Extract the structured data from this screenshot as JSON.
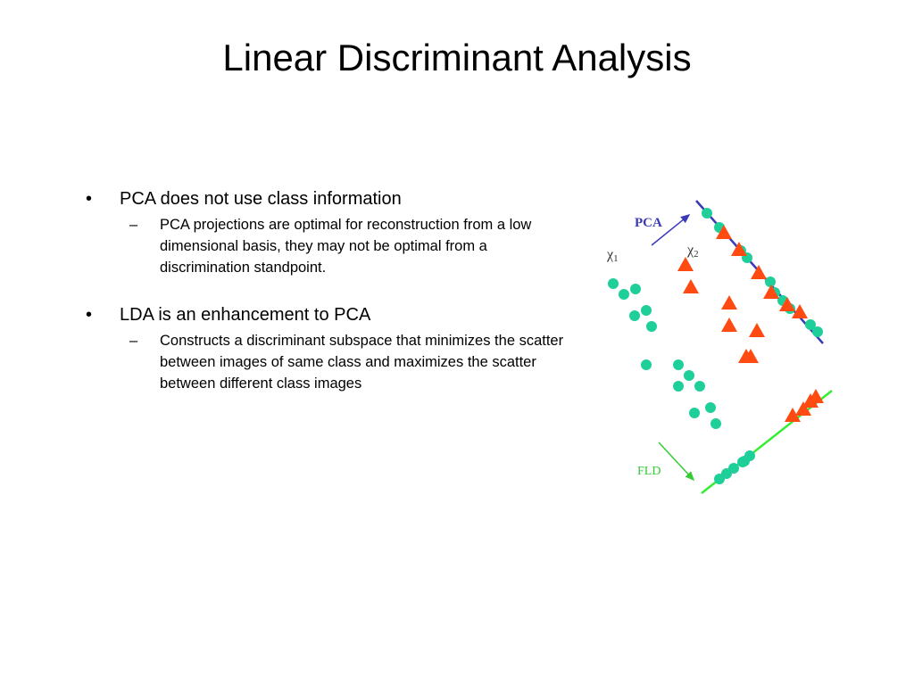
{
  "slide": {
    "title": "Linear Discriminant Analysis",
    "bullets": [
      {
        "text": "PCA does not use class information",
        "sub": [
          "PCA projections are optimal for reconstruction from a low dimensional basis, they may not be optimal from a discrimination standpoint."
        ]
      },
      {
        "text": "LDA is an enhancement to PCA",
        "sub": [
          "Constructs a discriminant subspace that minimizes the scatter between images of same class and maximizes the scatter between different class images"
        ]
      }
    ],
    "bullet_symbol": "•",
    "sub_symbol": "–"
  },
  "figure": {
    "pca_label": "PCA",
    "fld_label": "FLD",
    "chi1_symbol": "χ",
    "chi1_sub": "1",
    "chi2_symbol": "χ",
    "chi2_sub": "2",
    "colors": {
      "class1": "#1fcf9a",
      "class2": "#ff4a12",
      "pca": "#3a3ab8",
      "fld": "#33ee33"
    }
  }
}
